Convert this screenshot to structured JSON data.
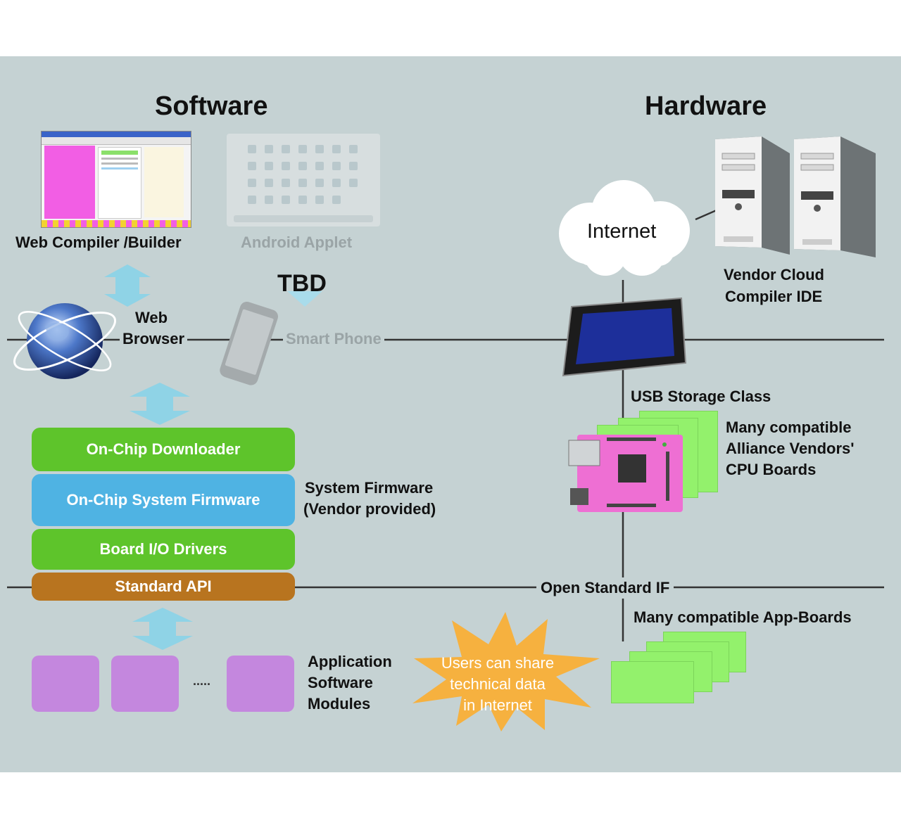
{
  "headings": {
    "software": "Software",
    "hardware": "Hardware",
    "tbd": "TBD"
  },
  "labels": {
    "web_compiler": "Web Compiler /Builder",
    "android_applet": "Android Applet",
    "web_browser_1": "Web",
    "web_browser_2": "Browser",
    "smart_phone": "Smart Phone",
    "internet": "Internet",
    "vendor_cloud_1": "Vendor Cloud",
    "vendor_cloud_2": "Compiler IDE",
    "usb_storage": "USB Storage Class",
    "cpu_boards_1": "Many compatible",
    "cpu_boards_2": "Alliance Vendors'",
    "cpu_boards_3": "CPU Boards",
    "system_firmware_1": "System Firmware",
    "system_firmware_2": "(Vendor provided)",
    "open_standard_if": "Open Standard IF",
    "app_boards": "Many compatible App-Boards",
    "app_modules_1": "Application",
    "app_modules_2": "Software",
    "app_modules_3": "Modules",
    "modules_ellipsis": ".....",
    "share_1": "Users can share",
    "share_2": "technical data",
    "share_3": "in Internet"
  },
  "stack": {
    "downloader": "On-Chip Downloader",
    "system_firmware": "On-Chip System Firmware",
    "io_drivers": "Board I/O Drivers",
    "standard_api": "Standard API"
  },
  "colors": {
    "background": "#c5d2d3",
    "green_layer": "#5ec42b",
    "blue_layer": "#4fb3e3",
    "api_layer": "#b8741f",
    "module": "#c487de",
    "card": "#93f16c",
    "arrow": "#8fd3e6",
    "starburst": "#f6b13f"
  }
}
